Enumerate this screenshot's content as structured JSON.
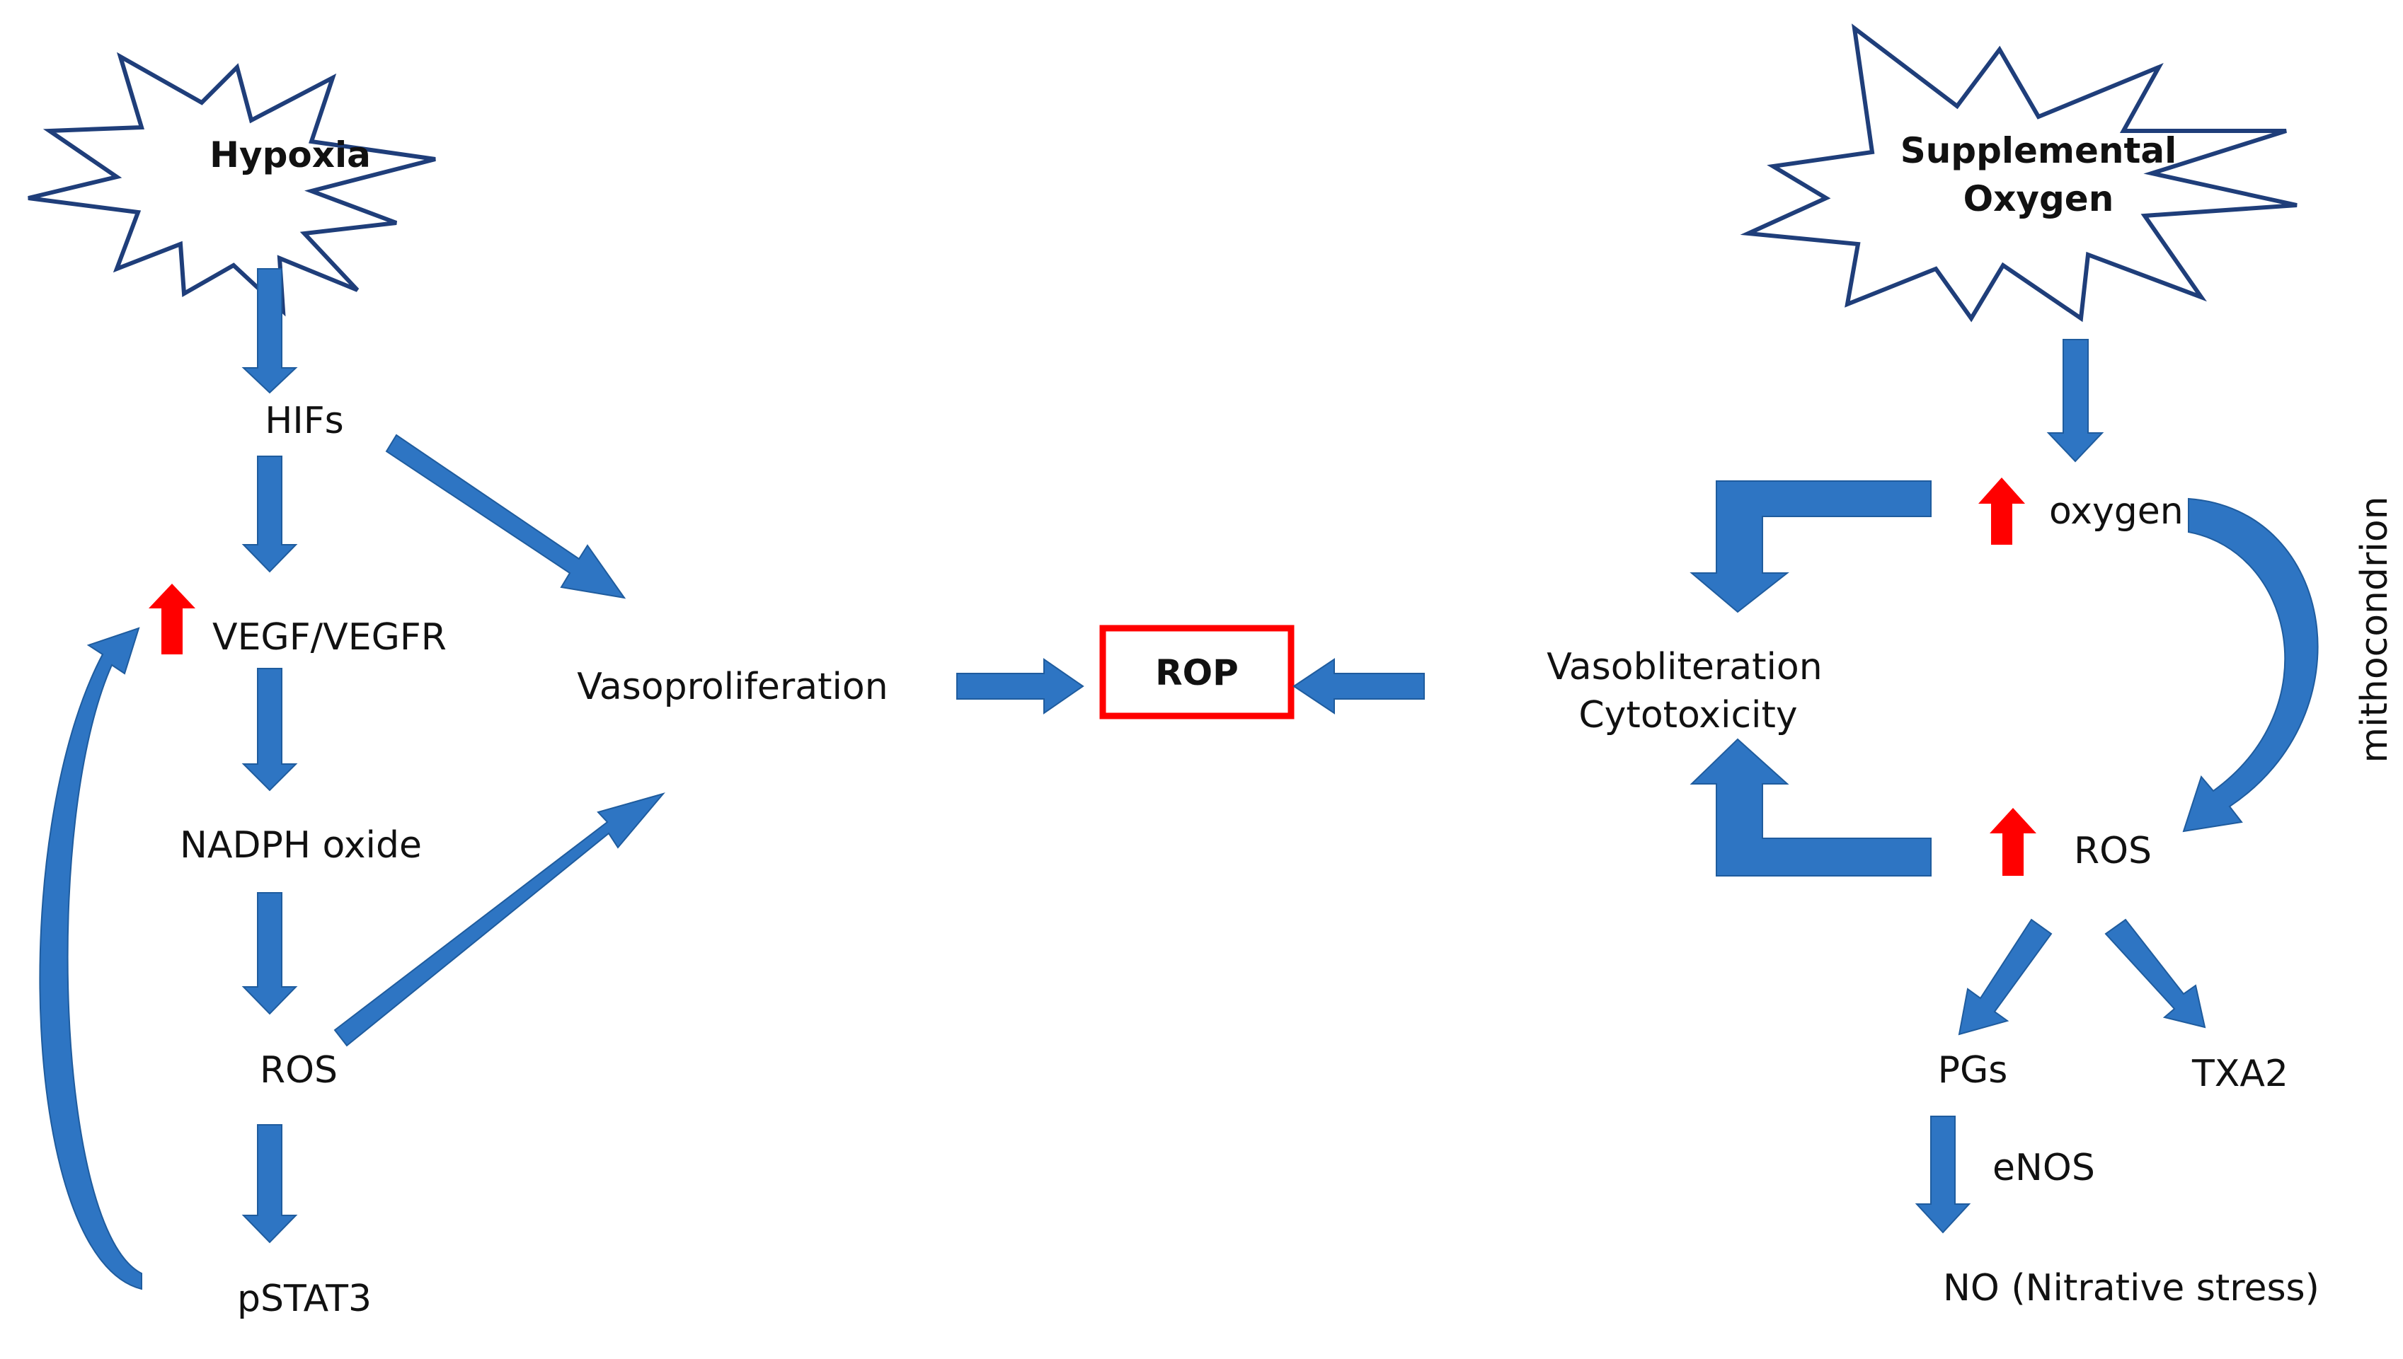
{
  "colors": {
    "arrow": "#2E75C3",
    "arrow_outline": "#1F5C9E",
    "up_arrow": "#FF0000",
    "rop_box_border": "#FF0000",
    "starburst_border": "#1F3E7A",
    "text": "#111111"
  },
  "left": {
    "hypoxia": "Hypoxia",
    "hifs": "HIFs",
    "vegf": "VEGF/VEGFR",
    "nadph": "NADPH oxide",
    "ros": "ROS",
    "pstat3": "pSTAT3",
    "vasoproliferation": "Vasoproliferation"
  },
  "center": {
    "rop": "ROP"
  },
  "right": {
    "supplemental_line1": "Supplemental",
    "supplemental_line2": "Oxygen",
    "oxygen": "oxygen",
    "mitochondrion": "mithocondrion",
    "vasobliteration": "Vasobliteration",
    "cytotoxicity": "Cytotoxicity",
    "ros": "ROS",
    "pgs": "PGs",
    "txa2": "TXA2",
    "enos": "eNOS",
    "no": "NO (Nitrative stress)"
  }
}
